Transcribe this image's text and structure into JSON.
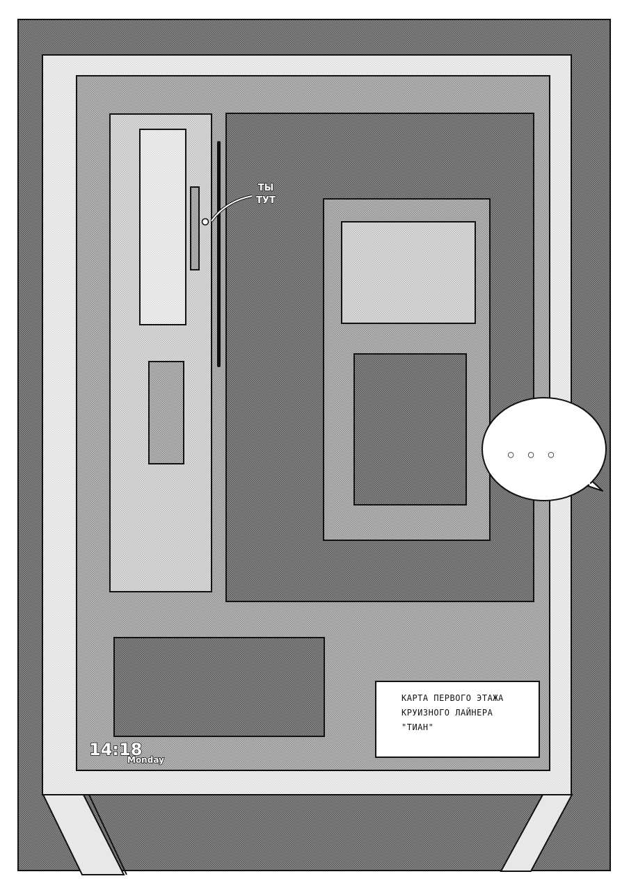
{
  "map": {
    "you_are_here": "ТЫ ТУТ",
    "caption_lines": [
      "КАРТА ПЕРВОГО ЭТАЖА",
      "КРУИЗНОГО ЛАЙНЕРА",
      "\"ТИАН\""
    ],
    "clock_time": "14:18",
    "clock_day": "Monday"
  },
  "speech": {
    "text": "○ ○ ○"
  }
}
